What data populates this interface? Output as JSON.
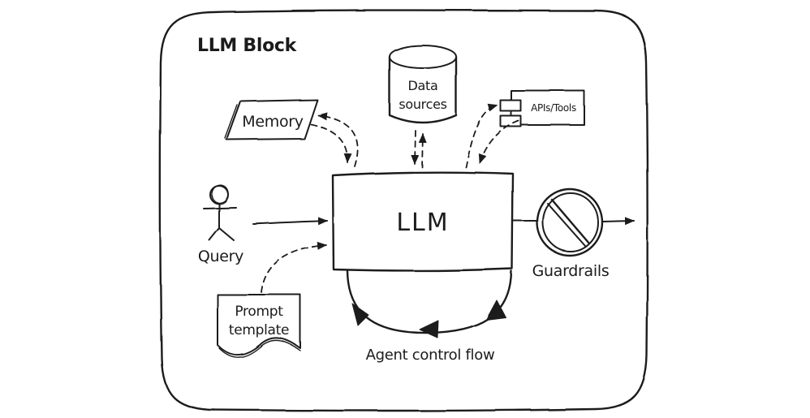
{
  "canvas": {
    "background": "#ffffff",
    "stroke_color": "#1b1b1b"
  },
  "container": {
    "title": "LLM Block"
  },
  "nodes": {
    "llm": {
      "label": "LLM",
      "shape": "rectangle"
    },
    "memory": {
      "label": "Memory",
      "shape": "parallelogram"
    },
    "data_sources": {
      "lines": [
        "Data",
        "sources"
      ],
      "shape": "cylinder"
    },
    "apis_tools": {
      "label": "APIs/Tools",
      "shape": "uml-component"
    },
    "query": {
      "label": "Query",
      "shape": "stick-figure-actor"
    },
    "prompt_template": {
      "lines": [
        "Prompt",
        "template"
      ],
      "shape": "document"
    },
    "guardrails": {
      "label": "Guardrails",
      "shape": "prohibition-sign"
    },
    "agent_control_flow": {
      "label": "Agent control flow",
      "shape": "loop-arc"
    }
  },
  "connectors": [
    {
      "from": "query",
      "to": "llm",
      "style": "solid-arrow"
    },
    {
      "from": "memory",
      "to": "llm",
      "style": "dashed",
      "bidirectional": true
    },
    {
      "from": "data_sources",
      "to": "llm",
      "style": "dashed",
      "bidirectional": true
    },
    {
      "from": "apis_tools",
      "to": "llm",
      "style": "dashed",
      "bidirectional": true
    },
    {
      "from": "prompt_template",
      "to": "llm",
      "style": "dashed-arrow"
    },
    {
      "from": "llm",
      "to": "output",
      "through": "guardrails",
      "style": "solid-arrow"
    },
    {
      "from": "llm",
      "to": "llm",
      "style": "loop",
      "label": "Agent control flow"
    }
  ]
}
